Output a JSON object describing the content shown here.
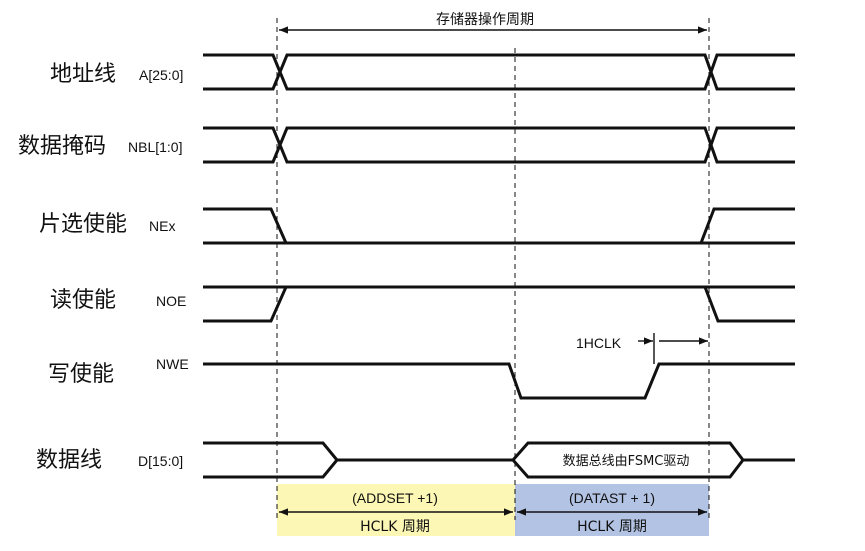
{
  "title": "存储器操作周期",
  "signals": [
    {
      "cn": "地址线",
      "name": "A[25:0]"
    },
    {
      "cn": "数据掩码",
      "name": "NBL[1:0]"
    },
    {
      "cn": "片选使能",
      "name": "NEx"
    },
    {
      "cn": "读使能",
      "name": "NOE"
    },
    {
      "cn": "写使能",
      "name": "NWE"
    },
    {
      "cn": "数据线",
      "name": "D[15:0]"
    }
  ],
  "bus_label": "数据总线由FSMC驱动",
  "one_hclk": "1HCLK",
  "phases": [
    {
      "line1": "(ADDSET +1)",
      "line2": "HCLK 周期",
      "color": "#fcf7b4"
    },
    {
      "line1": "(DATAST + 1)",
      "line2": "HCLK 周期",
      "color": "#b3c3e3"
    }
  ]
}
